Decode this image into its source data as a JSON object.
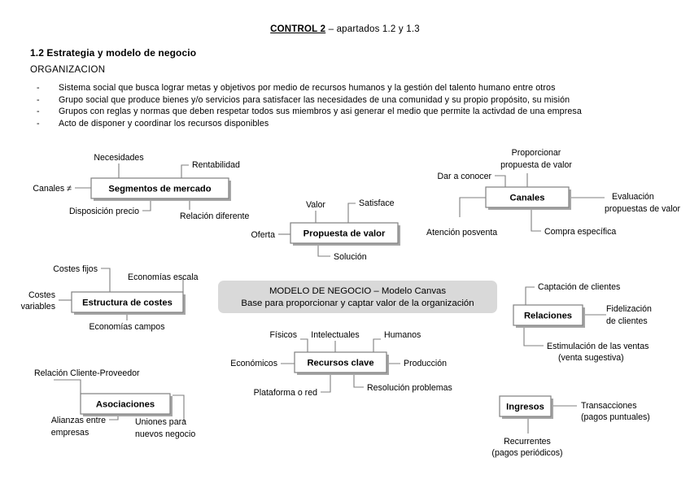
{
  "header": {
    "title_underlined": "CONTROL 2",
    "title_rest": " – apartados 1.2 y 1.3",
    "section_heading": "1.2 Estrategia y modelo de negocio",
    "subheading": "ORGANIZACION"
  },
  "bullets": {
    "marker": "-",
    "items": [
      "Sistema social que busca lograr metas y objetivos por medio de recursos humanos y la gestión del talento humano entre otros",
      "Grupo social que produce bienes y/o servicios para satisfacer las necesidades de una comunidad y su propio propósito, su misión",
      "Grupos con reglas y normas que deben respetar todos sus miembros y asi generar el medio que permite la activdad de una empresa",
      "Acto de disponer y coordinar los recursos disponibles"
    ]
  },
  "diagram": {
    "center": {
      "line1": "MODELO DE NEGOCIO – Modelo Canvas",
      "line2": "Base para proporcionar y captar valor de la organización",
      "fill": "#d9d9d9"
    },
    "colors": {
      "box_stroke": "#7f7f7f",
      "box_fill": "#ffffff",
      "shadow": "#a6a6a6",
      "connector": "#7f7f7f"
    },
    "nodes": [
      {
        "id": "segmentos",
        "title": "Segmentos de mercado",
        "labels": [
          "Necesidades",
          "Rentabilidad",
          "Canales ≠",
          "Disposición precio",
          "Relación diferente"
        ]
      },
      {
        "id": "propuesta",
        "title": "Propuesta de valor",
        "labels": [
          "Valor",
          "Satisface",
          "Oferta",
          "Solución"
        ]
      },
      {
        "id": "canales",
        "title": "Canales",
        "labels": [
          "Proporcionar",
          "propuesta de valor",
          "Dar a conocer",
          "Evaluación",
          "propuestas de valor",
          "Atención posventa",
          "Compra específica"
        ]
      },
      {
        "id": "estructura",
        "title": "Estructura de costes",
        "labels": [
          "Costes fijos",
          "Economías escala",
          "Costes",
          "variables",
          "Economías campos"
        ]
      },
      {
        "id": "relaciones",
        "title": "Relaciones",
        "labels": [
          "Captación de clientes",
          "Fidelización",
          "de clientes",
          "Estimulación de las ventas",
          "(venta sugestiva)"
        ]
      },
      {
        "id": "recursos",
        "title": "Recursos clave",
        "labels": [
          "Físicos",
          "Intelectuales",
          "Humanos",
          "Económicos",
          "Producción",
          "Plataforma o red",
          "Resolución problemas"
        ]
      },
      {
        "id": "asociaciones",
        "title": "Asociaciones",
        "labels": [
          "Relación Cliente-Proveedor",
          "Alianzas entre",
          "empresas",
          "Uniones para",
          "nuevos negocio"
        ]
      },
      {
        "id": "ingresos",
        "title": "Ingresos",
        "labels": [
          "Transacciones",
          "(pagos puntuales)",
          "Recurrentes",
          "(pagos periódicos)"
        ]
      }
    ],
    "labels": {
      "necesidades": "Necesidades",
      "rentabilidad": "Rentabilidad",
      "canales_neq": "Canales ≠",
      "disposicion_precio": "Disposición precio",
      "relacion_diferente": "Relación diferente",
      "valor": "Valor",
      "satisface": "Satisface",
      "oferta": "Oferta",
      "solucion": "Solución",
      "proporcionar_1": "Proporcionar",
      "proporcionar_2": "propuesta de valor",
      "dar_a_conocer": "Dar a conocer",
      "evaluacion_1": "Evaluación",
      "evaluacion_2": "propuestas de valor",
      "atencion_posventa": "Atención posventa",
      "compra_especifica": "Compra específica",
      "costes_fijos": "Costes fijos",
      "economias_escala": "Economías escala",
      "costes_1": "Costes",
      "costes_2": "variables",
      "economias_campos": "Economías campos",
      "captacion": "Captación de clientes",
      "fidelizacion_1": "Fidelización",
      "fidelizacion_2": "de clientes",
      "estimulacion_1": "Estimulación de las ventas",
      "estimulacion_2": "(venta sugestiva)",
      "fisicos": "Físicos",
      "intelectuales": "Intelectuales",
      "humanos": "Humanos",
      "economicos": "Económicos",
      "produccion": "Producción",
      "plataforma": "Plataforma o red",
      "resolucion": "Resolución problemas",
      "relacion_cliente": "Relación Cliente-Proveedor",
      "alianzas_1": "Alianzas entre",
      "alianzas_2": "empresas",
      "uniones_1": "Uniones para",
      "uniones_2": "nuevos negocio",
      "transacciones_1": "Transacciones",
      "transacciones_2": "(pagos puntuales)",
      "recurrentes_1": "Recurrentes",
      "recurrentes_2": "(pagos periódicos)",
      "box_segmentos": "Segmentos de mercado",
      "box_propuesta": "Propuesta de valor",
      "box_canales": "Canales",
      "box_estructura": "Estructura de costes",
      "box_relaciones": "Relaciones",
      "box_recursos": "Recursos clave",
      "box_asociaciones": "Asociaciones",
      "box_ingresos": "Ingresos"
    }
  }
}
